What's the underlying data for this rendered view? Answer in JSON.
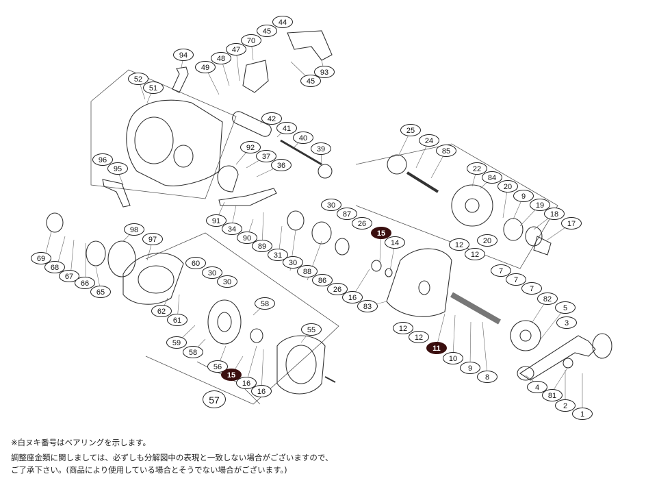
{
  "parts": [
    {
      "label": "1",
      "kind": "plain"
    },
    {
      "label": "2",
      "kind": "plain"
    },
    {
      "label": "4",
      "kind": "plain"
    },
    {
      "label": "81",
      "kind": "plain"
    },
    {
      "label": "3",
      "kind": "plain"
    },
    {
      "label": "5",
      "kind": "plain"
    },
    {
      "label": "82",
      "kind": "plain"
    },
    {
      "label": "7",
      "kind": "plain"
    },
    {
      "label": "7",
      "kind": "plain"
    },
    {
      "label": "7",
      "kind": "plain"
    },
    {
      "label": "8",
      "kind": "plain"
    },
    {
      "label": "9",
      "kind": "plain"
    },
    {
      "label": "10",
      "kind": "plain"
    },
    {
      "label": "11",
      "kind": "bearing"
    },
    {
      "label": "12",
      "kind": "plain"
    },
    {
      "label": "12",
      "kind": "plain"
    },
    {
      "label": "12",
      "kind": "plain"
    },
    {
      "label": "12",
      "kind": "plain"
    },
    {
      "label": "83",
      "kind": "plain"
    },
    {
      "label": "16",
      "kind": "plain"
    },
    {
      "label": "15",
      "kind": "bearing"
    },
    {
      "label": "14",
      "kind": "plain"
    },
    {
      "label": "26",
      "kind": "plain"
    },
    {
      "label": "26",
      "kind": "plain"
    },
    {
      "label": "86",
      "kind": "plain"
    },
    {
      "label": "87",
      "kind": "plain"
    },
    {
      "label": "88",
      "kind": "plain"
    },
    {
      "label": "30",
      "kind": "plain"
    },
    {
      "label": "30",
      "kind": "plain"
    },
    {
      "label": "31",
      "kind": "plain"
    },
    {
      "label": "89",
      "kind": "plain"
    },
    {
      "label": "90",
      "kind": "plain"
    },
    {
      "label": "34",
      "kind": "plain"
    },
    {
      "label": "91",
      "kind": "plain"
    },
    {
      "label": "36",
      "kind": "plain"
    },
    {
      "label": "37",
      "kind": "plain"
    },
    {
      "label": "92",
      "kind": "plain"
    },
    {
      "label": "39",
      "kind": "plain"
    },
    {
      "label": "40",
      "kind": "plain"
    },
    {
      "label": "41",
      "kind": "plain"
    },
    {
      "label": "42",
      "kind": "plain"
    },
    {
      "label": "25",
      "kind": "plain"
    },
    {
      "label": "24",
      "kind": "plain"
    },
    {
      "label": "85",
      "kind": "plain"
    },
    {
      "label": "22",
      "kind": "plain"
    },
    {
      "label": "84",
      "kind": "plain"
    },
    {
      "label": "20",
      "kind": "plain"
    },
    {
      "label": "9",
      "kind": "plain"
    },
    {
      "label": "19",
      "kind": "plain"
    },
    {
      "label": "18",
      "kind": "plain"
    },
    {
      "label": "17",
      "kind": "plain"
    },
    {
      "label": "20",
      "kind": "plain"
    },
    {
      "label": "44",
      "kind": "plain"
    },
    {
      "label": "45",
      "kind": "plain"
    },
    {
      "label": "70",
      "kind": "plain"
    },
    {
      "label": "47",
      "kind": "plain"
    },
    {
      "label": "48",
      "kind": "plain"
    },
    {
      "label": "49",
      "kind": "plain"
    },
    {
      "label": "94",
      "kind": "plain"
    },
    {
      "label": "93",
      "kind": "plain"
    },
    {
      "label": "45",
      "kind": "plain"
    },
    {
      "label": "52",
      "kind": "plain"
    },
    {
      "label": "51",
      "kind": "plain"
    },
    {
      "label": "96",
      "kind": "plain"
    },
    {
      "label": "95",
      "kind": "plain"
    },
    {
      "label": "69",
      "kind": "plain"
    },
    {
      "label": "68",
      "kind": "plain"
    },
    {
      "label": "67",
      "kind": "plain"
    },
    {
      "label": "66",
      "kind": "plain"
    },
    {
      "label": "65",
      "kind": "plain"
    },
    {
      "label": "98",
      "kind": "plain"
    },
    {
      "label": "97",
      "kind": "plain"
    },
    {
      "label": "60",
      "kind": "plain"
    },
    {
      "label": "30",
      "kind": "plain"
    },
    {
      "label": "30",
      "kind": "plain"
    },
    {
      "label": "62",
      "kind": "plain"
    },
    {
      "label": "61",
      "kind": "plain"
    },
    {
      "label": "59",
      "kind": "plain"
    },
    {
      "label": "58",
      "kind": "plain"
    },
    {
      "label": "58",
      "kind": "plain"
    },
    {
      "label": "56",
      "kind": "plain"
    },
    {
      "label": "15",
      "kind": "bearing"
    },
    {
      "label": "16",
      "kind": "plain"
    },
    {
      "label": "16",
      "kind": "plain"
    },
    {
      "label": "55",
      "kind": "plain"
    },
    {
      "label": "57",
      "kind": "assembly"
    }
  ],
  "notes": [
    "※白ヌキ番号はベアリングを示します。",
    "調整座金類に関しましては、必ずしも分解図中の表現と一致しない場合がございますので、",
    "ご了承下さい。(商品により使用している場合とそうでない場合がございます。)"
  ],
  "colors": {
    "line": "#444444",
    "bearing": "#3a0f0f",
    "background": "#ffffff"
  }
}
